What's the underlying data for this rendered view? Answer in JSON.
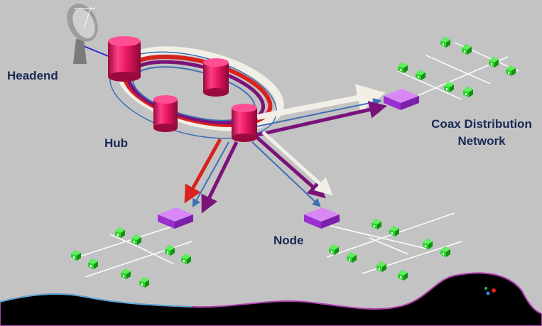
{
  "labels": {
    "headend": "Headend",
    "hub": "Hub",
    "coax_distribution_network": "Coax Distribution\nNetwork",
    "node": "Node"
  },
  "colors": {
    "background": "#c3c3c3",
    "label_text": "#1b2a55",
    "hub_cylinder": "#e5155f",
    "node_box": "#b044e0",
    "house": "#2fd12f",
    "fiber_red": "#d8221e",
    "fiber_purple": "#7a127a",
    "fiber_white": "#f1efe6",
    "fiber_blue": "#3f6fb5",
    "coax_line": "#ffffff",
    "landscape": "#000000"
  },
  "icons": [
    "satellite-dish-icon",
    "hub-cylinder-icon",
    "node-box-icon",
    "house-icon"
  ]
}
